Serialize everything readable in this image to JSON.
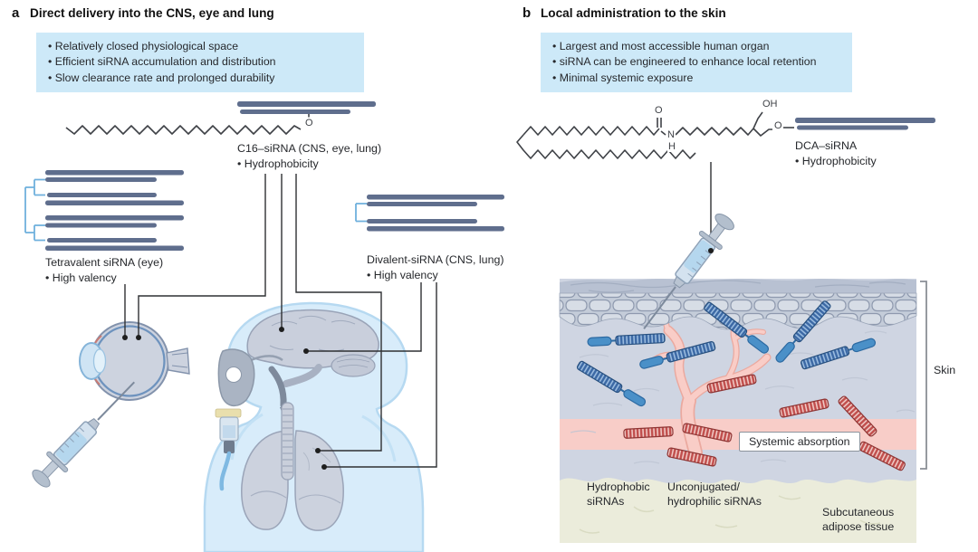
{
  "panel_a": {
    "letter": "a",
    "title": "Direct delivery into the CNS, eye and lung",
    "bullets": [
      "• Relatively closed physiological space",
      "• Efficient siRNA accumulation and distribution",
      "• Slow clearance rate and prolonged durability"
    ],
    "c16": {
      "name": "C16–siRNA (CNS, eye, lung)",
      "property": "• Hydrophobicity",
      "atom_o": "O"
    },
    "tetravalent": {
      "name": "Tetravalent siRNA (eye)",
      "property": "• High valency"
    },
    "divalent": {
      "name": "Divalent-siRNA (CNS, lung)",
      "property": "• High valency"
    }
  },
  "panel_b": {
    "letter": "b",
    "title": "Local administration to the skin",
    "bullets": [
      "• Largest and most accessible human organ",
      "• siRNA can be engineered to enhance local retention",
      "• Minimal systemic exposure"
    ],
    "dca": {
      "name": "DCA–siRNA",
      "property": "• Hydrophobicity",
      "atoms": {
        "carbonyl_o": "O",
        "n": "N",
        "h": "H",
        "oh": "OH",
        "ether_o": "O"
      }
    },
    "skin": {
      "bracket_label": "Skin",
      "systemic_absorption": "Systemic absorption",
      "hydrophobic_label": "Hydrophobic\nsiRNAs",
      "unconjugated_label": "Unconjugated/\nhydrophilic siRNAs",
      "subcutaneous_label": "Subcutaneous\nadipose tissue"
    }
  },
  "colors": {
    "info_box_bg": "#cde9f8",
    "sirna_bar": "#5f6e8d",
    "bracket_blue": "#6fb0dd",
    "hydrophobic_sirna_blue": "#3c69a5",
    "hydrophilic_sirna_red": "#c14f4d",
    "vessel_pink": "#f8cdc8",
    "subcutaneous_beige": "#ebecdb",
    "body_silhouette": "#d8ecfa"
  }
}
